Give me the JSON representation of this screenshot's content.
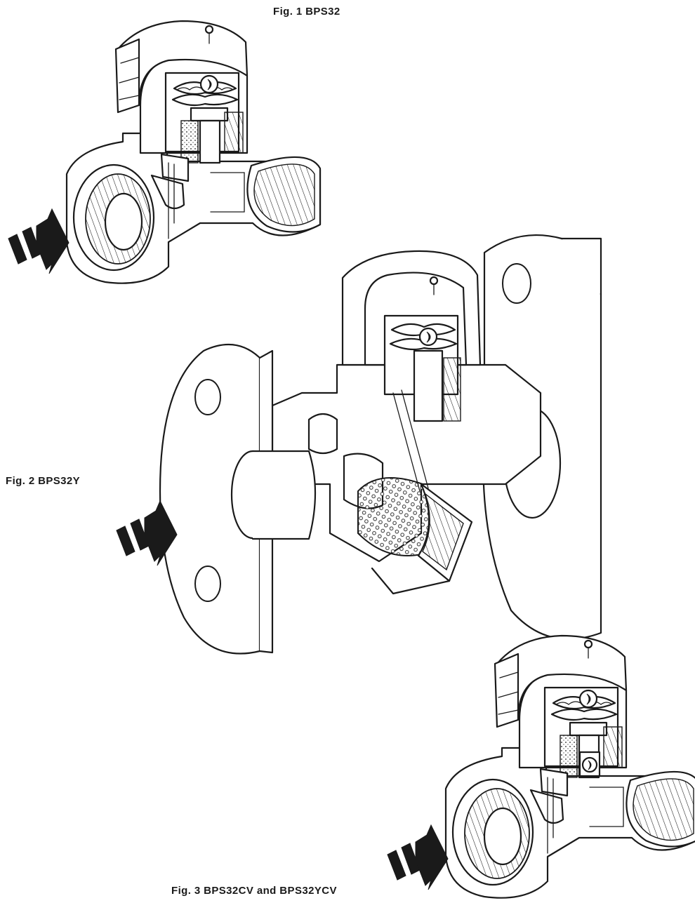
{
  "figures": [
    {
      "caption": "Fig. 1 BPS32"
    },
    {
      "caption": "Fig. 2 BPS32Y"
    },
    {
      "caption": "Fig. 3 BPS32CV and BPS32YCV"
    }
  ],
  "colors": {
    "line": "#1a1a1a",
    "paper": "#ffffff"
  },
  "icons": [
    "flow-arrow-icon"
  ]
}
